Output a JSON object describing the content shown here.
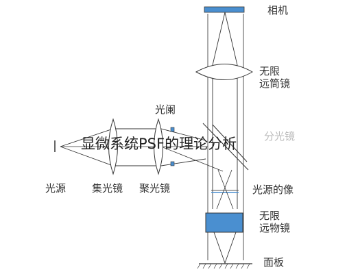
{
  "labels": {
    "camera": "相机",
    "tube_lens": [
      "无限",
      "远筒镜"
    ],
    "aperture": "光阑",
    "beam_splitter": "分光镜",
    "source_image": "光源的像",
    "objective": [
      "无限",
      "远物镜"
    ],
    "sample_plane": "面板",
    "light_source": "光源",
    "collector_lens": "集光镜",
    "condenser_lens": "聚光镜"
  },
  "caption": "显微系统PSF的理论分析",
  "colors": {
    "blue": "#4a8fd0",
    "outline": "#333333",
    "lens_fill": "#ffffff",
    "watermark": "#cccccc"
  }
}
